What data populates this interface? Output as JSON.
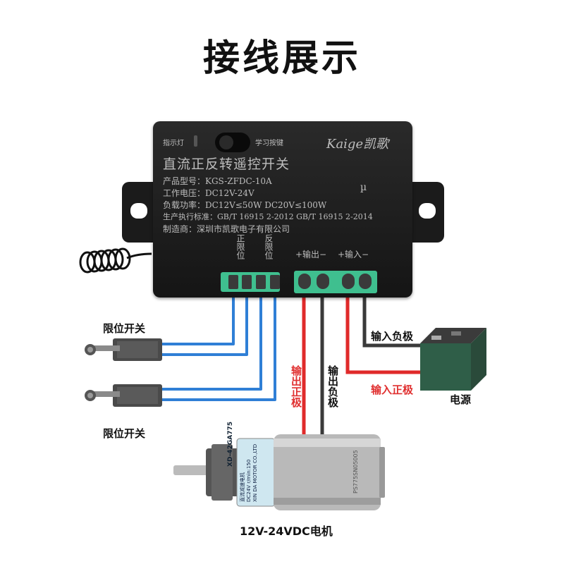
{
  "title": "接线展示",
  "device": {
    "indicator_label": "指示灯",
    "learn_button_label": "学习按键",
    "brand": "Kaige凯歌",
    "name": "直流正反转遥控开关",
    "model": "产品型号：KGS-ZFDC-10A",
    "voltage": "工作电压：DC12V-24V",
    "load": "负载功率：DC12V≤50W DC20V≤100W",
    "standard": "生产执行标准：GB/T 16915 2-2012  GB/T 16915 2-2014",
    "maker": "制造商：深圳市凯歌电子有限公司",
    "mark": "µ",
    "term_labels": {
      "fwd_limit": "正限位",
      "rev_limit": "反限位",
      "output": "+输出−",
      "input": "+输入−"
    }
  },
  "labels": {
    "limit_switch_top": "限位开关",
    "limit_switch_bottom": "限位开关",
    "input_negative": "输入负极",
    "input_positive": "输入正极",
    "power": "电源",
    "output_positive": "输出正极",
    "output_negative": "输出负极",
    "motor": "12V-24VDC电机"
  },
  "motor_label": {
    "model": "XD-42GA775",
    "line1": "直流减速电机",
    "line2": "DC24V  r/min:150",
    "maker": "XIN DA MOTOR CO.,LTD",
    "code": "PS775SN05005"
  },
  "colors": {
    "blue_wire": "#2f7fd6",
    "red_wire": "#e02a2a",
    "black_wire": "#3a3a3a",
    "terminal_green": "#3fbf8f"
  }
}
